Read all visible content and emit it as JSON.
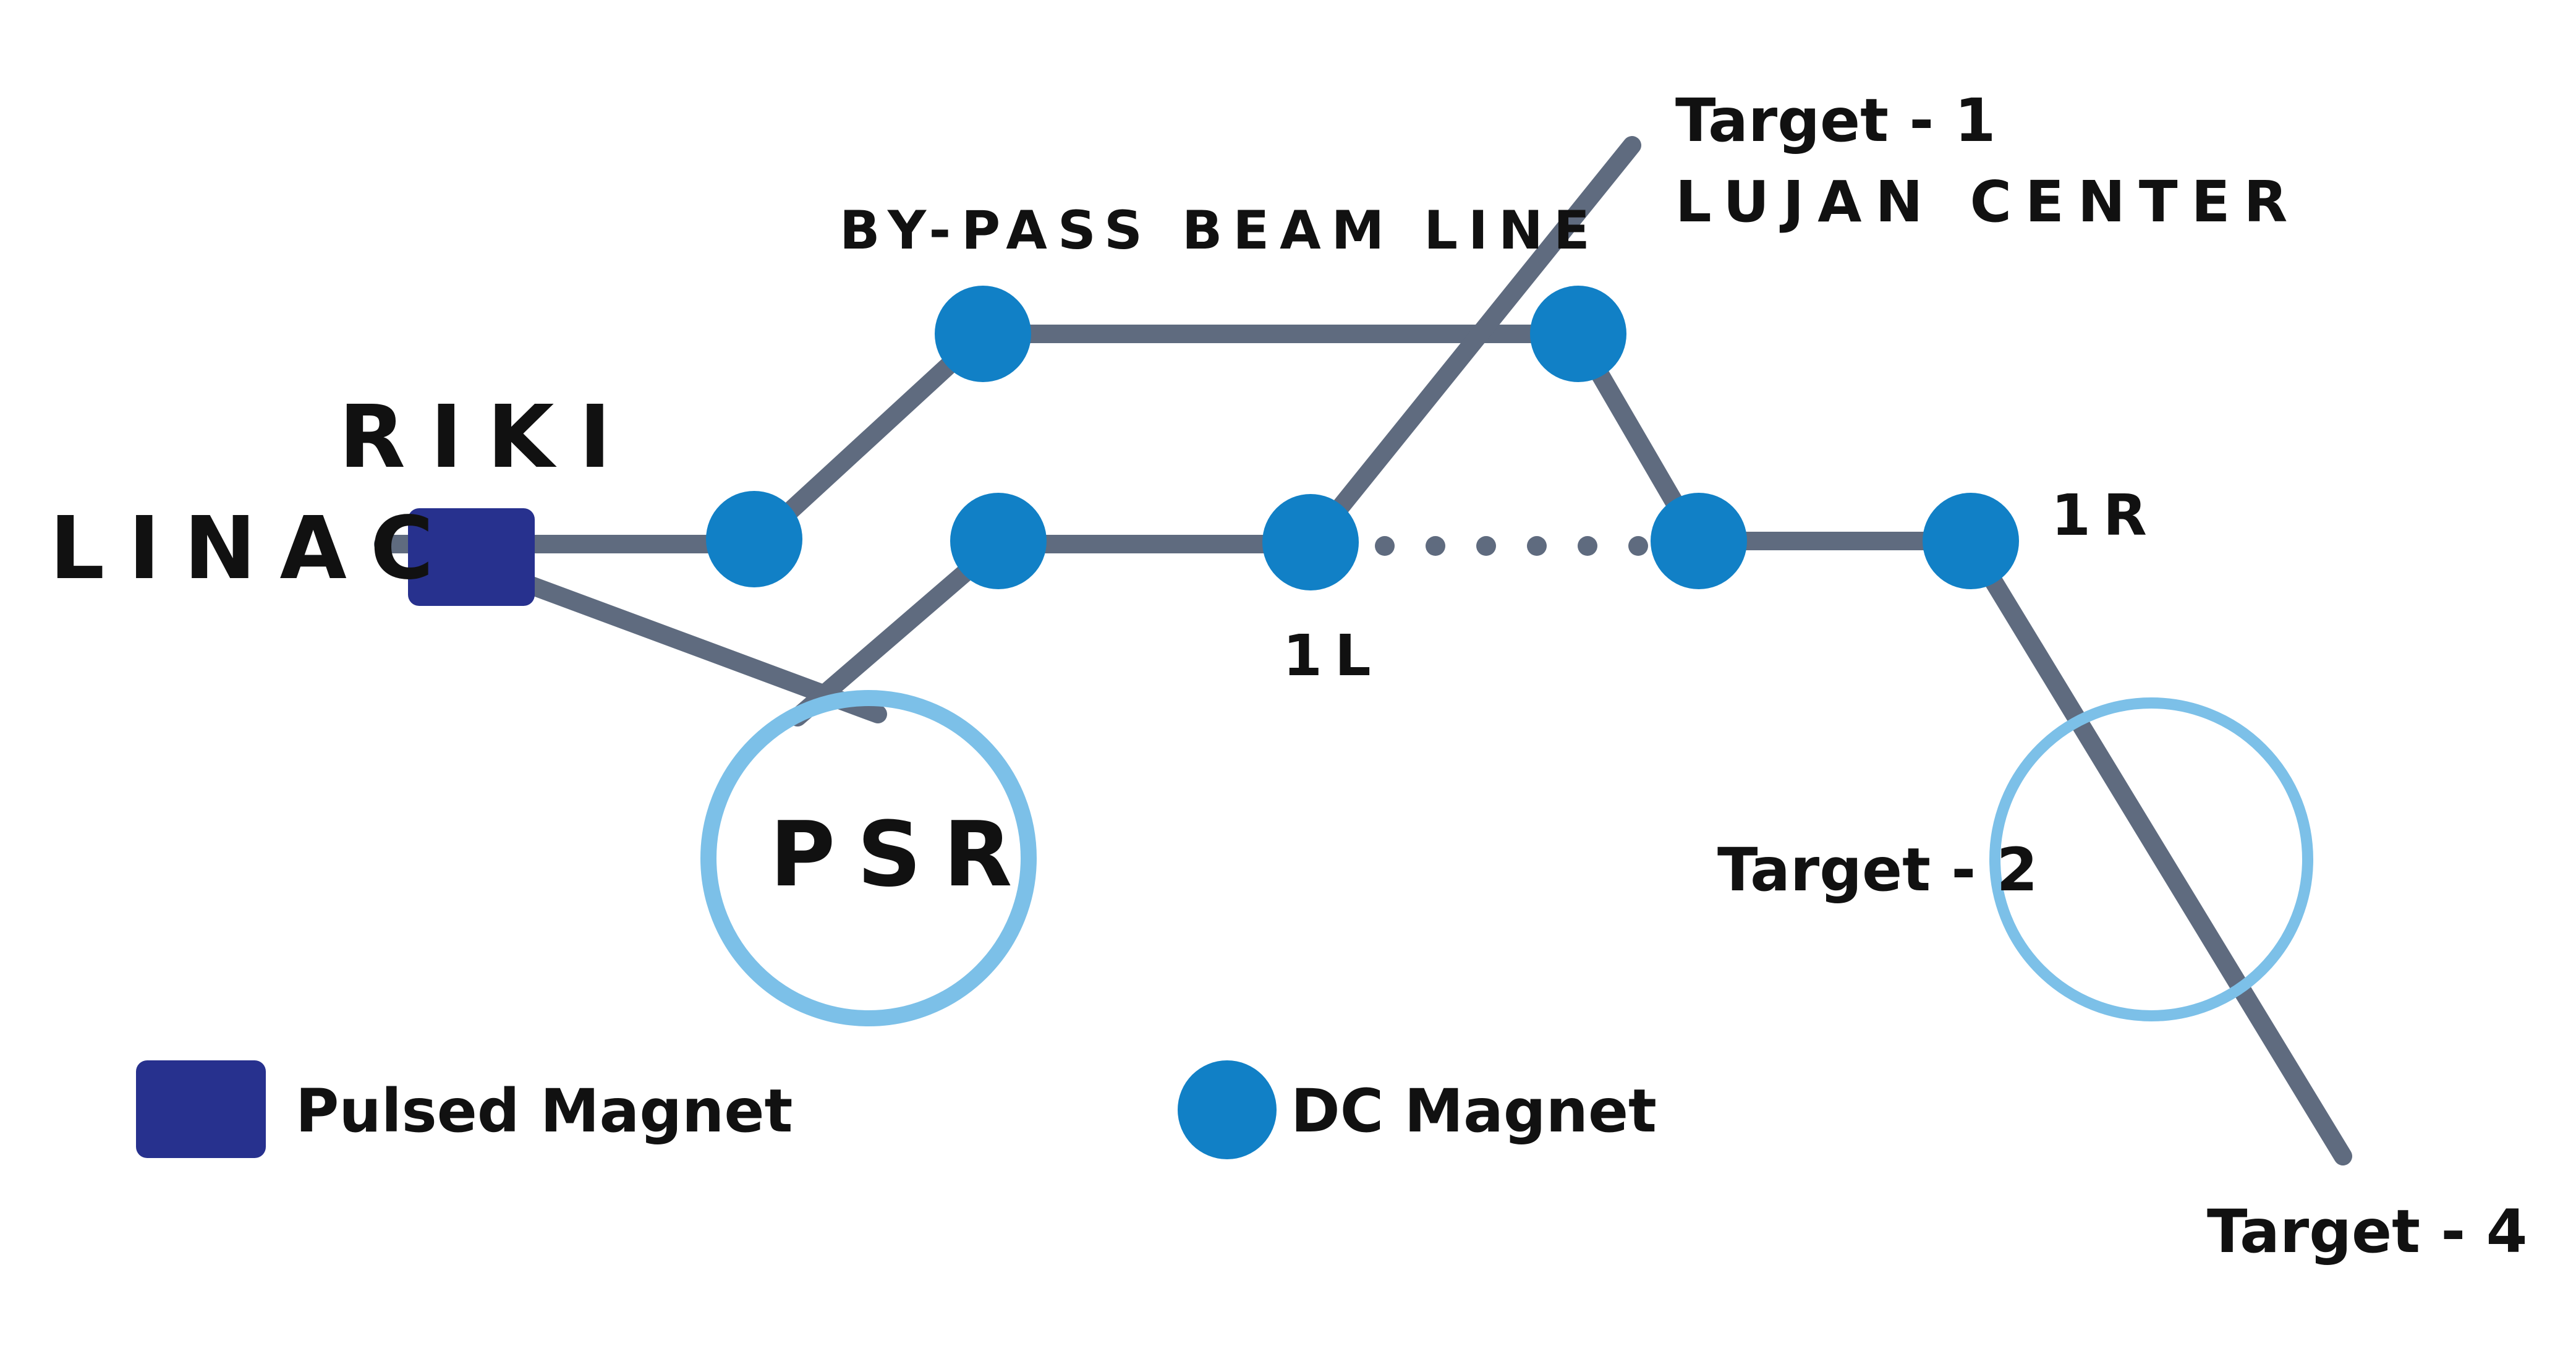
{
  "labels": {
    "riki": "RIKI",
    "linac": "LINAC",
    "bypass": "BY-PASS BEAM LINE",
    "target1": "Target - 1",
    "lujan": "LUJAN CENTER",
    "one_l": "1L",
    "one_r": "1R",
    "psr": "PSR",
    "target2": "Target - 2",
    "target4": "Target - 4"
  },
  "legend": {
    "pulsed": "Pulsed Magnet",
    "dc": "DC Magnet"
  },
  "colors": {
    "line": "#5f6b7f",
    "dc_magnet": "#1180c6",
    "pulsed_magnet": "#27318e",
    "ring": "#7cc0e8",
    "text": "#111111"
  }
}
